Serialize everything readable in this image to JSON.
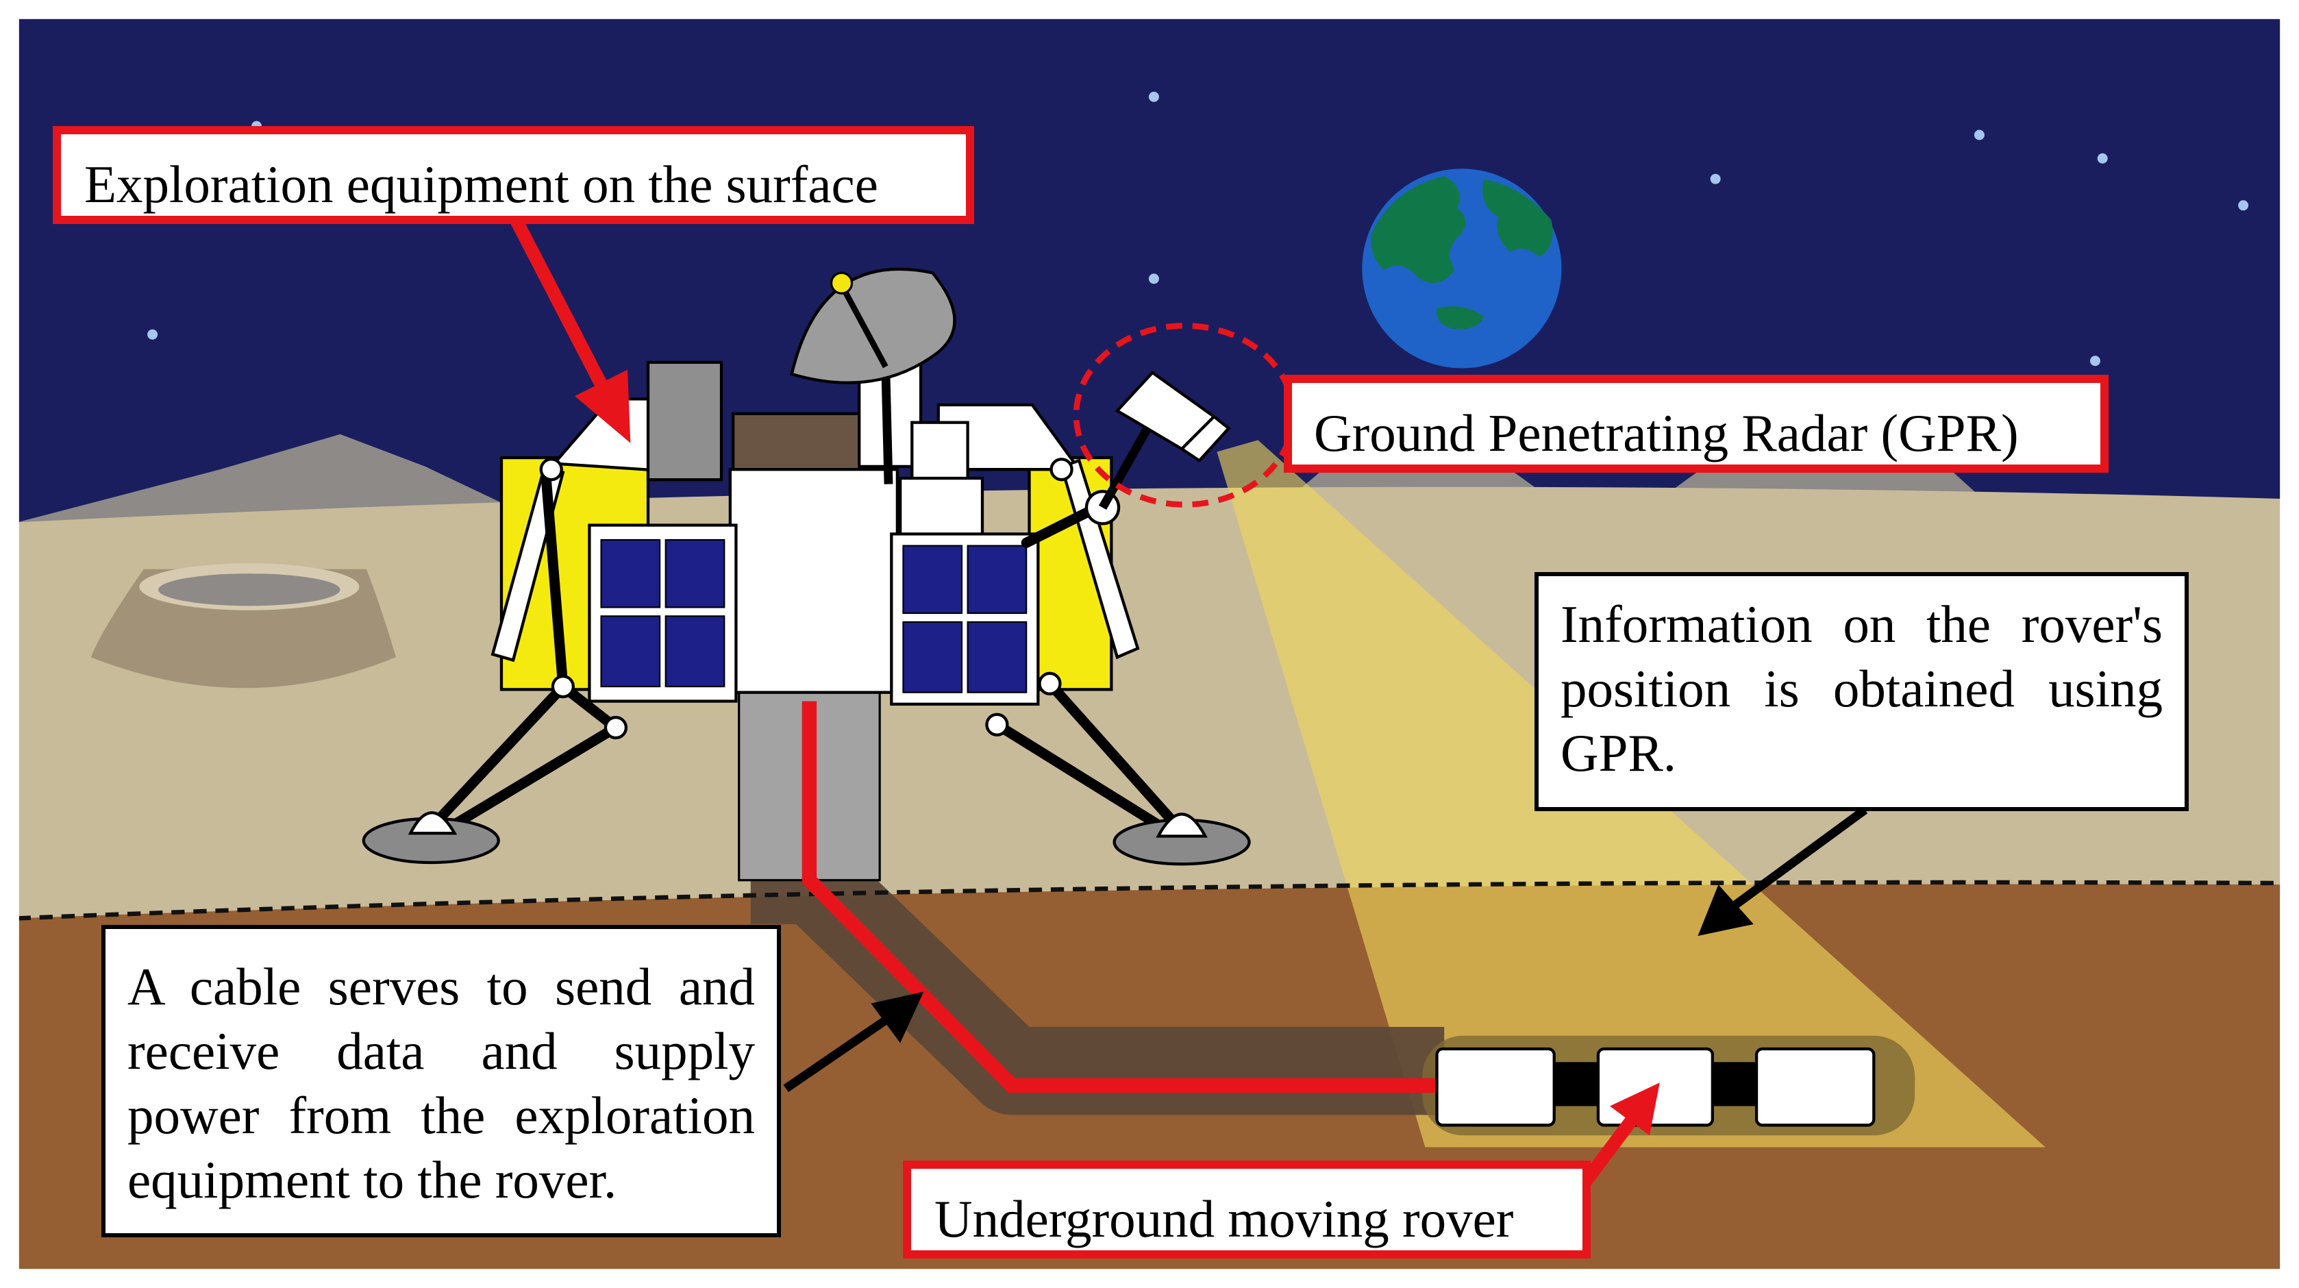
{
  "labels": {
    "exploration_equipment": "Exploration equipment on the surface",
    "gpr": "Ground Penetrating Radar (GPR)",
    "rover_position_info": "Information on the rover's position is obtained using GPR.",
    "cable_info": "A cable serves to send and receive data and supply power from the exploration equipment to the rover.",
    "underground_rover": "Underground moving rover"
  },
  "colors": {
    "sky": "#1a1e5f",
    "surface": "#c8bb9a",
    "underground": "#955f33",
    "mountains": "#8d8a88",
    "callout_red": "#e8141c",
    "radar_beam": "#efd75a",
    "solar_panel": "#1c2088",
    "cable_shadow": "#5e4838",
    "earth_ocean": "#1f63c8",
    "earth_land": "#107848"
  },
  "icons": [
    "lander-icon",
    "satellite-dish-icon",
    "gpr-sensor-icon",
    "earth-icon",
    "crater-icon",
    "rover-icon",
    "star-icon"
  ]
}
